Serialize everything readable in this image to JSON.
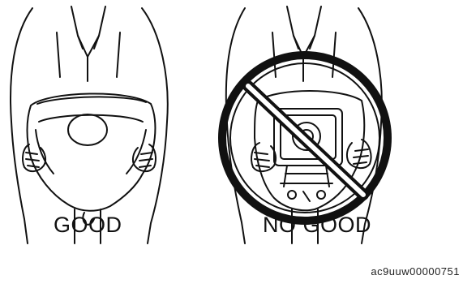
{
  "labels": {
    "good": "GOOD",
    "no_good": "NO GOOD",
    "figure_code": "ac9uuw00000751"
  },
  "icons": {
    "prohibition": "prohibition-circle-icon"
  },
  "colors": {
    "ink": "#111111",
    "background": "#ffffff"
  }
}
